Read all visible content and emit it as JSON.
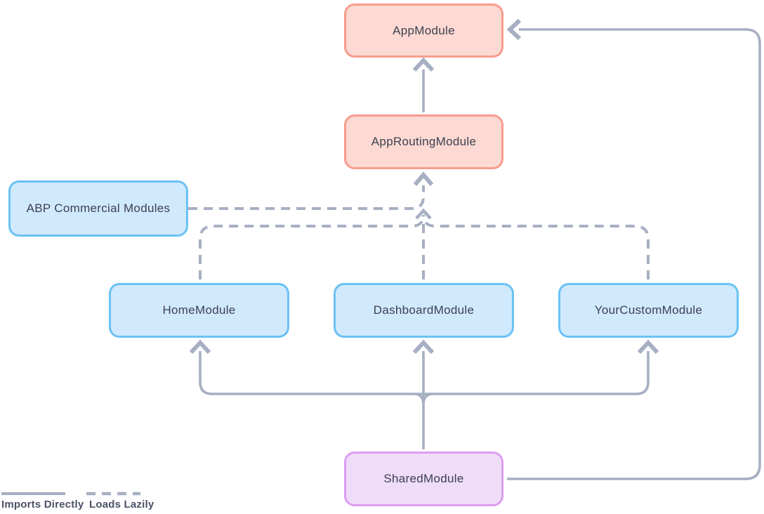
{
  "nodes": {
    "appModule": {
      "label": "AppModule"
    },
    "appRoutingModule": {
      "label": "AppRoutingModule"
    },
    "abpCommercial": {
      "label": "ABP Commercial Modules"
    },
    "homeModule": {
      "label": "HomeModule"
    },
    "dashboardModule": {
      "label": "DashboardModule"
    },
    "yourCustomModule": {
      "label": "YourCustomModule"
    },
    "sharedModule": {
      "label": "SharedModule"
    }
  },
  "legend": {
    "imports_directly": "Imports Directly",
    "loads_lazily": "Loads Lazily"
  },
  "edges": [
    {
      "from": "AppRoutingModule",
      "to": "AppModule",
      "type": "imports-directly"
    },
    {
      "from": "SharedModule",
      "to": "AppModule",
      "type": "imports-directly"
    },
    {
      "from": "SharedModule",
      "to": "HomeModule",
      "type": "imports-directly"
    },
    {
      "from": "SharedModule",
      "to": "DashboardModule",
      "type": "imports-directly"
    },
    {
      "from": "SharedModule",
      "to": "YourCustomModule",
      "type": "imports-directly"
    },
    {
      "from": "ABP Commercial Modules",
      "to": "AppRoutingModule",
      "type": "loads-lazily"
    },
    {
      "from": "HomeModule",
      "to": "AppRoutingModule",
      "type": "loads-lazily"
    },
    {
      "from": "DashboardModule",
      "to": "AppRoutingModule",
      "type": "loads-lazily"
    },
    {
      "from": "YourCustomModule",
      "to": "AppRoutingModule",
      "type": "loads-lazily"
    }
  ],
  "colors": {
    "redFill": "#fcd9d2",
    "redBorder": "#f79c8d",
    "blueFill": "#d1e9fc",
    "blueBorder": "#6ac2f4",
    "purpleFill": "#efdcf9",
    "purpleBorder": "#dd9df2",
    "line": "#a7afc2",
    "text": "#3d4152",
    "legendText": "#4b5166"
  }
}
